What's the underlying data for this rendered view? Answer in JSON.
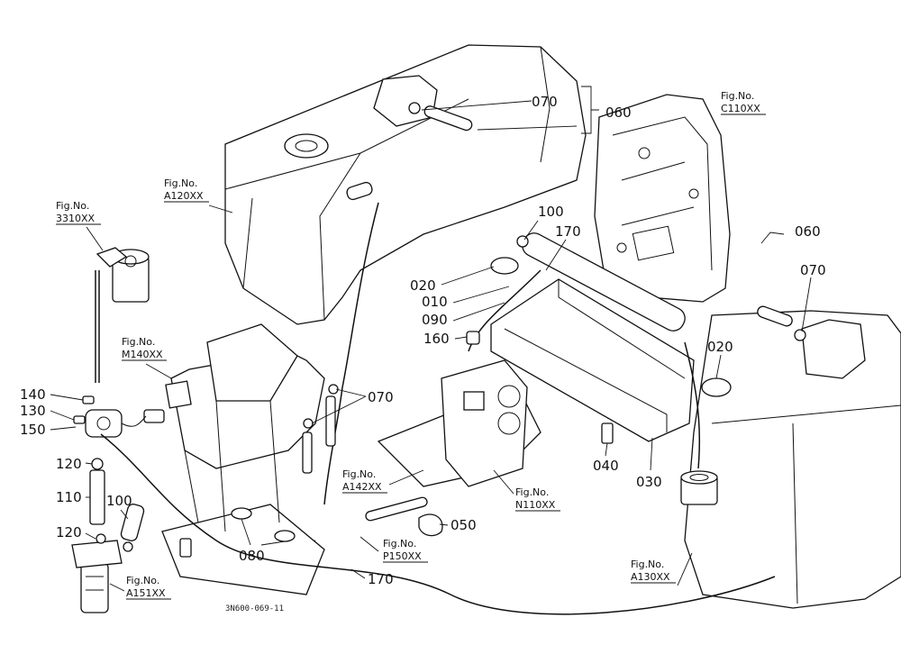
{
  "diagram_code": "3N600-069-11",
  "part_labels": [
    {
      "id": "p070-top",
      "text": "070"
    },
    {
      "id": "p060-top",
      "text": "060"
    },
    {
      "id": "p100-top",
      "text": "100"
    },
    {
      "id": "p170-top",
      "text": "170"
    },
    {
      "id": "p020-left",
      "text": "020"
    },
    {
      "id": "p010",
      "text": "010"
    },
    {
      "id": "p090",
      "text": "090"
    },
    {
      "id": "p160",
      "text": "160"
    },
    {
      "id": "p060-right",
      "text": "060"
    },
    {
      "id": "p070-right",
      "text": "070"
    },
    {
      "id": "p020-right",
      "text": "020"
    },
    {
      "id": "p070-mid",
      "text": "070"
    },
    {
      "id": "p140",
      "text": "140"
    },
    {
      "id": "p130",
      "text": "130"
    },
    {
      "id": "p150",
      "text": "150"
    },
    {
      "id": "p120-a",
      "text": "120"
    },
    {
      "id": "p110",
      "text": "110"
    },
    {
      "id": "p100-bot",
      "text": "100"
    },
    {
      "id": "p120-b",
      "text": "120"
    },
    {
      "id": "p080",
      "text": "080"
    },
    {
      "id": "p050",
      "text": "050"
    },
    {
      "id": "p170-bot",
      "text": "170"
    },
    {
      "id": "p040",
      "text": "040"
    },
    {
      "id": "p030",
      "text": "030"
    }
  ],
  "fig_labels": [
    {
      "id": "f-c110",
      "line1": "Fig.No.",
      "line2": "C110XX"
    },
    {
      "id": "f-a120",
      "line1": "Fig.No.",
      "line2": "A120XX"
    },
    {
      "id": "f-3310",
      "line1": "Fig.No.",
      "line2": "3310XX"
    },
    {
      "id": "f-m140",
      "line1": "Fig.No.",
      "line2": "M140XX"
    },
    {
      "id": "f-a142",
      "line1": "Fig.No.",
      "line2": "A142XX"
    },
    {
      "id": "f-n110",
      "line1": "Fig.No.",
      "line2": "N110XX"
    },
    {
      "id": "f-p150",
      "line1": "Fig.No.",
      "line2": "P150XX"
    },
    {
      "id": "f-a151",
      "line1": "Fig.No.",
      "line2": "A151XX"
    },
    {
      "id": "f-a130",
      "line1": "Fig.No.",
      "line2": "A130XX"
    }
  ]
}
